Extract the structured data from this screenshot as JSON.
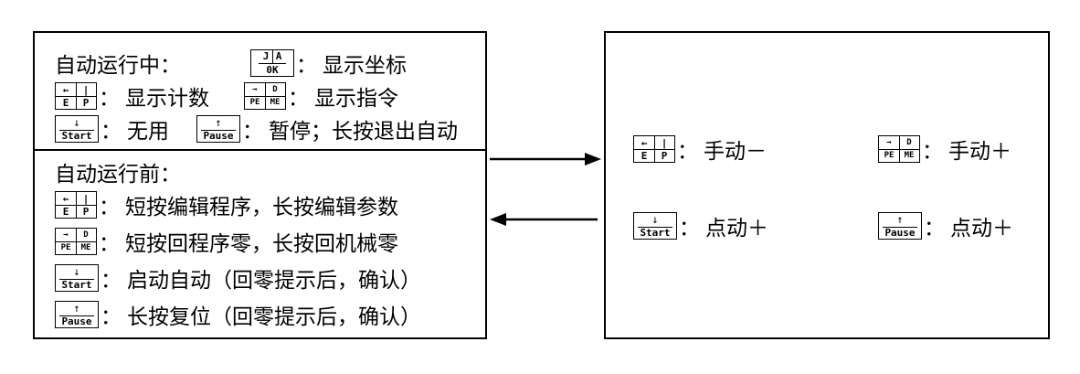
{
  "left_top": {
    "row1": {
      "label": "自动运行中：",
      "key": {
        "top_left": "J",
        "top_right": "A",
        "bottom": "0K"
      },
      "text": "显示坐标"
    },
    "row2": [
      {
        "key": {
          "tl": "←",
          "tr": "|",
          "bl": "E",
          "br": "P"
        },
        "text": "显示计数"
      },
      {
        "key": {
          "tl": "→",
          "tr": "D",
          "bl": "PE",
          "br": "ME"
        },
        "text": "显示指令"
      }
    ],
    "row3": [
      {
        "key": {
          "arrow": "↓",
          "label": "Start"
        },
        "text": "无用"
      },
      {
        "key": {
          "arrow": "↑",
          "label": "Pause"
        },
        "text": "暂停；长按退出自动"
      }
    ]
  },
  "left_bottom": {
    "title": "自动运行前：",
    "items": [
      {
        "key": {
          "tl": "←",
          "tr": "|",
          "bl": "E",
          "br": "P"
        },
        "text": "短按编辑程序，长按编辑参数"
      },
      {
        "key": {
          "tl": "→",
          "tr": "D",
          "bl": "PE",
          "br": "ME"
        },
        "text": "短按回程序零，长按回机械零"
      },
      {
        "key": {
          "arrow": "↓",
          "label": "Start"
        },
        "text": "启动自动（回零提示后，确认）"
      },
      {
        "key": {
          "arrow": "↑",
          "label": "Pause"
        },
        "text": "长按复位（回零提示后，确认）"
      }
    ]
  },
  "right": {
    "items": [
      {
        "key": {
          "tl": "←",
          "tr": "|",
          "bl": "E",
          "br": "P"
        },
        "text": "手动－"
      },
      {
        "key": {
          "tl": "→",
          "tr": "D",
          "bl": "PE",
          "br": "ME"
        },
        "text": "手动＋"
      },
      {
        "key": {
          "arrow": "↓",
          "label": "Start"
        },
        "text": "点动＋"
      },
      {
        "key": {
          "arrow": "↑",
          "label": "Pause"
        },
        "text": "点动＋"
      }
    ]
  },
  "colon": "："
}
